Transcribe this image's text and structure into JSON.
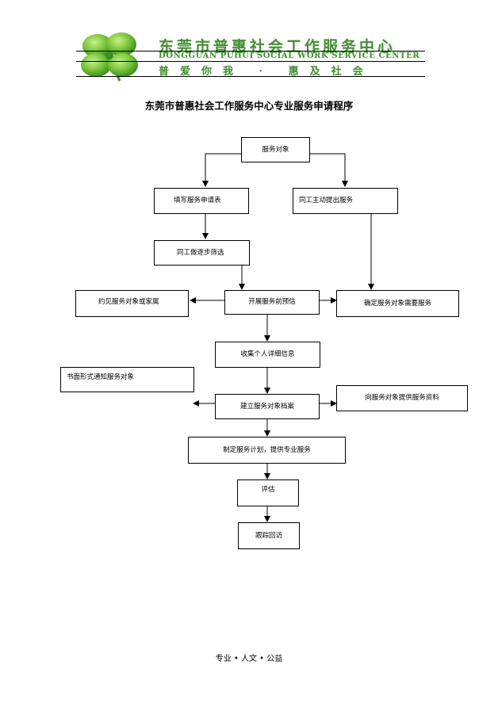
{
  "header": {
    "logo": "clover-logo",
    "org_name": "东莞市普惠社会工作服务中心",
    "org_name_en": "DONGGUAN PUHUI SOCIAL WORK SERVICE CENTER",
    "slogan": "普爱你我 · 惠及社会"
  },
  "title": "东莞市普惠社会工作服务中心专业服务申请程序",
  "flowchart": {
    "nodes": {
      "service_target": "服务对象",
      "fill_form": "填写服务申请表",
      "colleague_initiative": "同工主动提出服务",
      "initial_screening": "同工做逐步筛选",
      "meet_family": "约见服务对象或家属",
      "pre_assessment": "开展服务前预估",
      "confirm_needs": "确定服务对象需要服务",
      "collect_info": "收集个人详细信息",
      "written_notice": "书面形式通知服务对象",
      "create_file": "建立服务对象档案",
      "provide_info": "向服务对象提供服务资料",
      "service_plan": "制定服务计划，提供专业服务",
      "evaluation": "评估",
      "follow_up": "跟踪回访"
    }
  },
  "footer": "专业 • 人文 • 公益",
  "colors": {
    "brand": "#3f8f2f",
    "logo_light": "#8ed14a",
    "logo_dark": "#3c9a2a"
  }
}
